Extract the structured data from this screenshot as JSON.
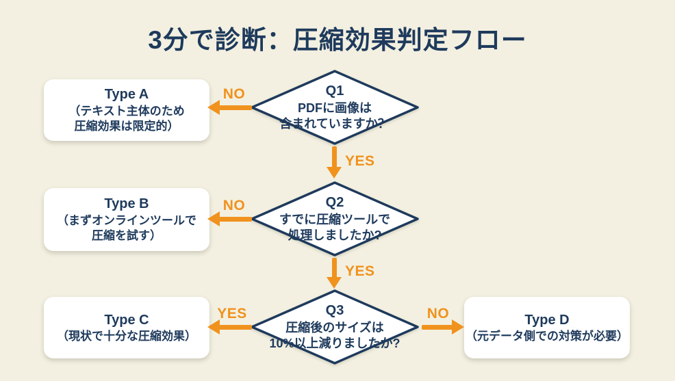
{
  "title": "3分で診断：圧縮効果判定フロー",
  "colors": {
    "background": "#F3F0E1",
    "navy": "#1E3A5C",
    "orange": "#F0921E",
    "node_fill": "#FFFFFF"
  },
  "questions": [
    {
      "id": "Q1",
      "line1": "PDFに画像は",
      "line2": "含まれていますか？"
    },
    {
      "id": "Q2",
      "line1": "すでに圧縮ツールで",
      "line2": "処理しましたか?"
    },
    {
      "id": "Q3",
      "line1": "圧縮後のサイズは",
      "line2": "10%以上減りましたか?"
    }
  ],
  "results": [
    {
      "id": "Type A",
      "line1": "（テキスト主体のため",
      "line2": "圧縮効果は限定的）"
    },
    {
      "id": "Type B",
      "line1": "（まずオンラインツールで",
      "line2": "圧縮を試す）"
    },
    {
      "id": "Type C",
      "line1": "（現状で十分な圧縮効果）"
    },
    {
      "id": "Type D",
      "line1": "（元データ側での対策が必要）"
    }
  ],
  "edges": {
    "q1_no": "NO",
    "q1_yes": "YES",
    "q2_no": "NO",
    "q2_yes": "YES",
    "q3_yes": "YES",
    "q3_no": "NO"
  }
}
